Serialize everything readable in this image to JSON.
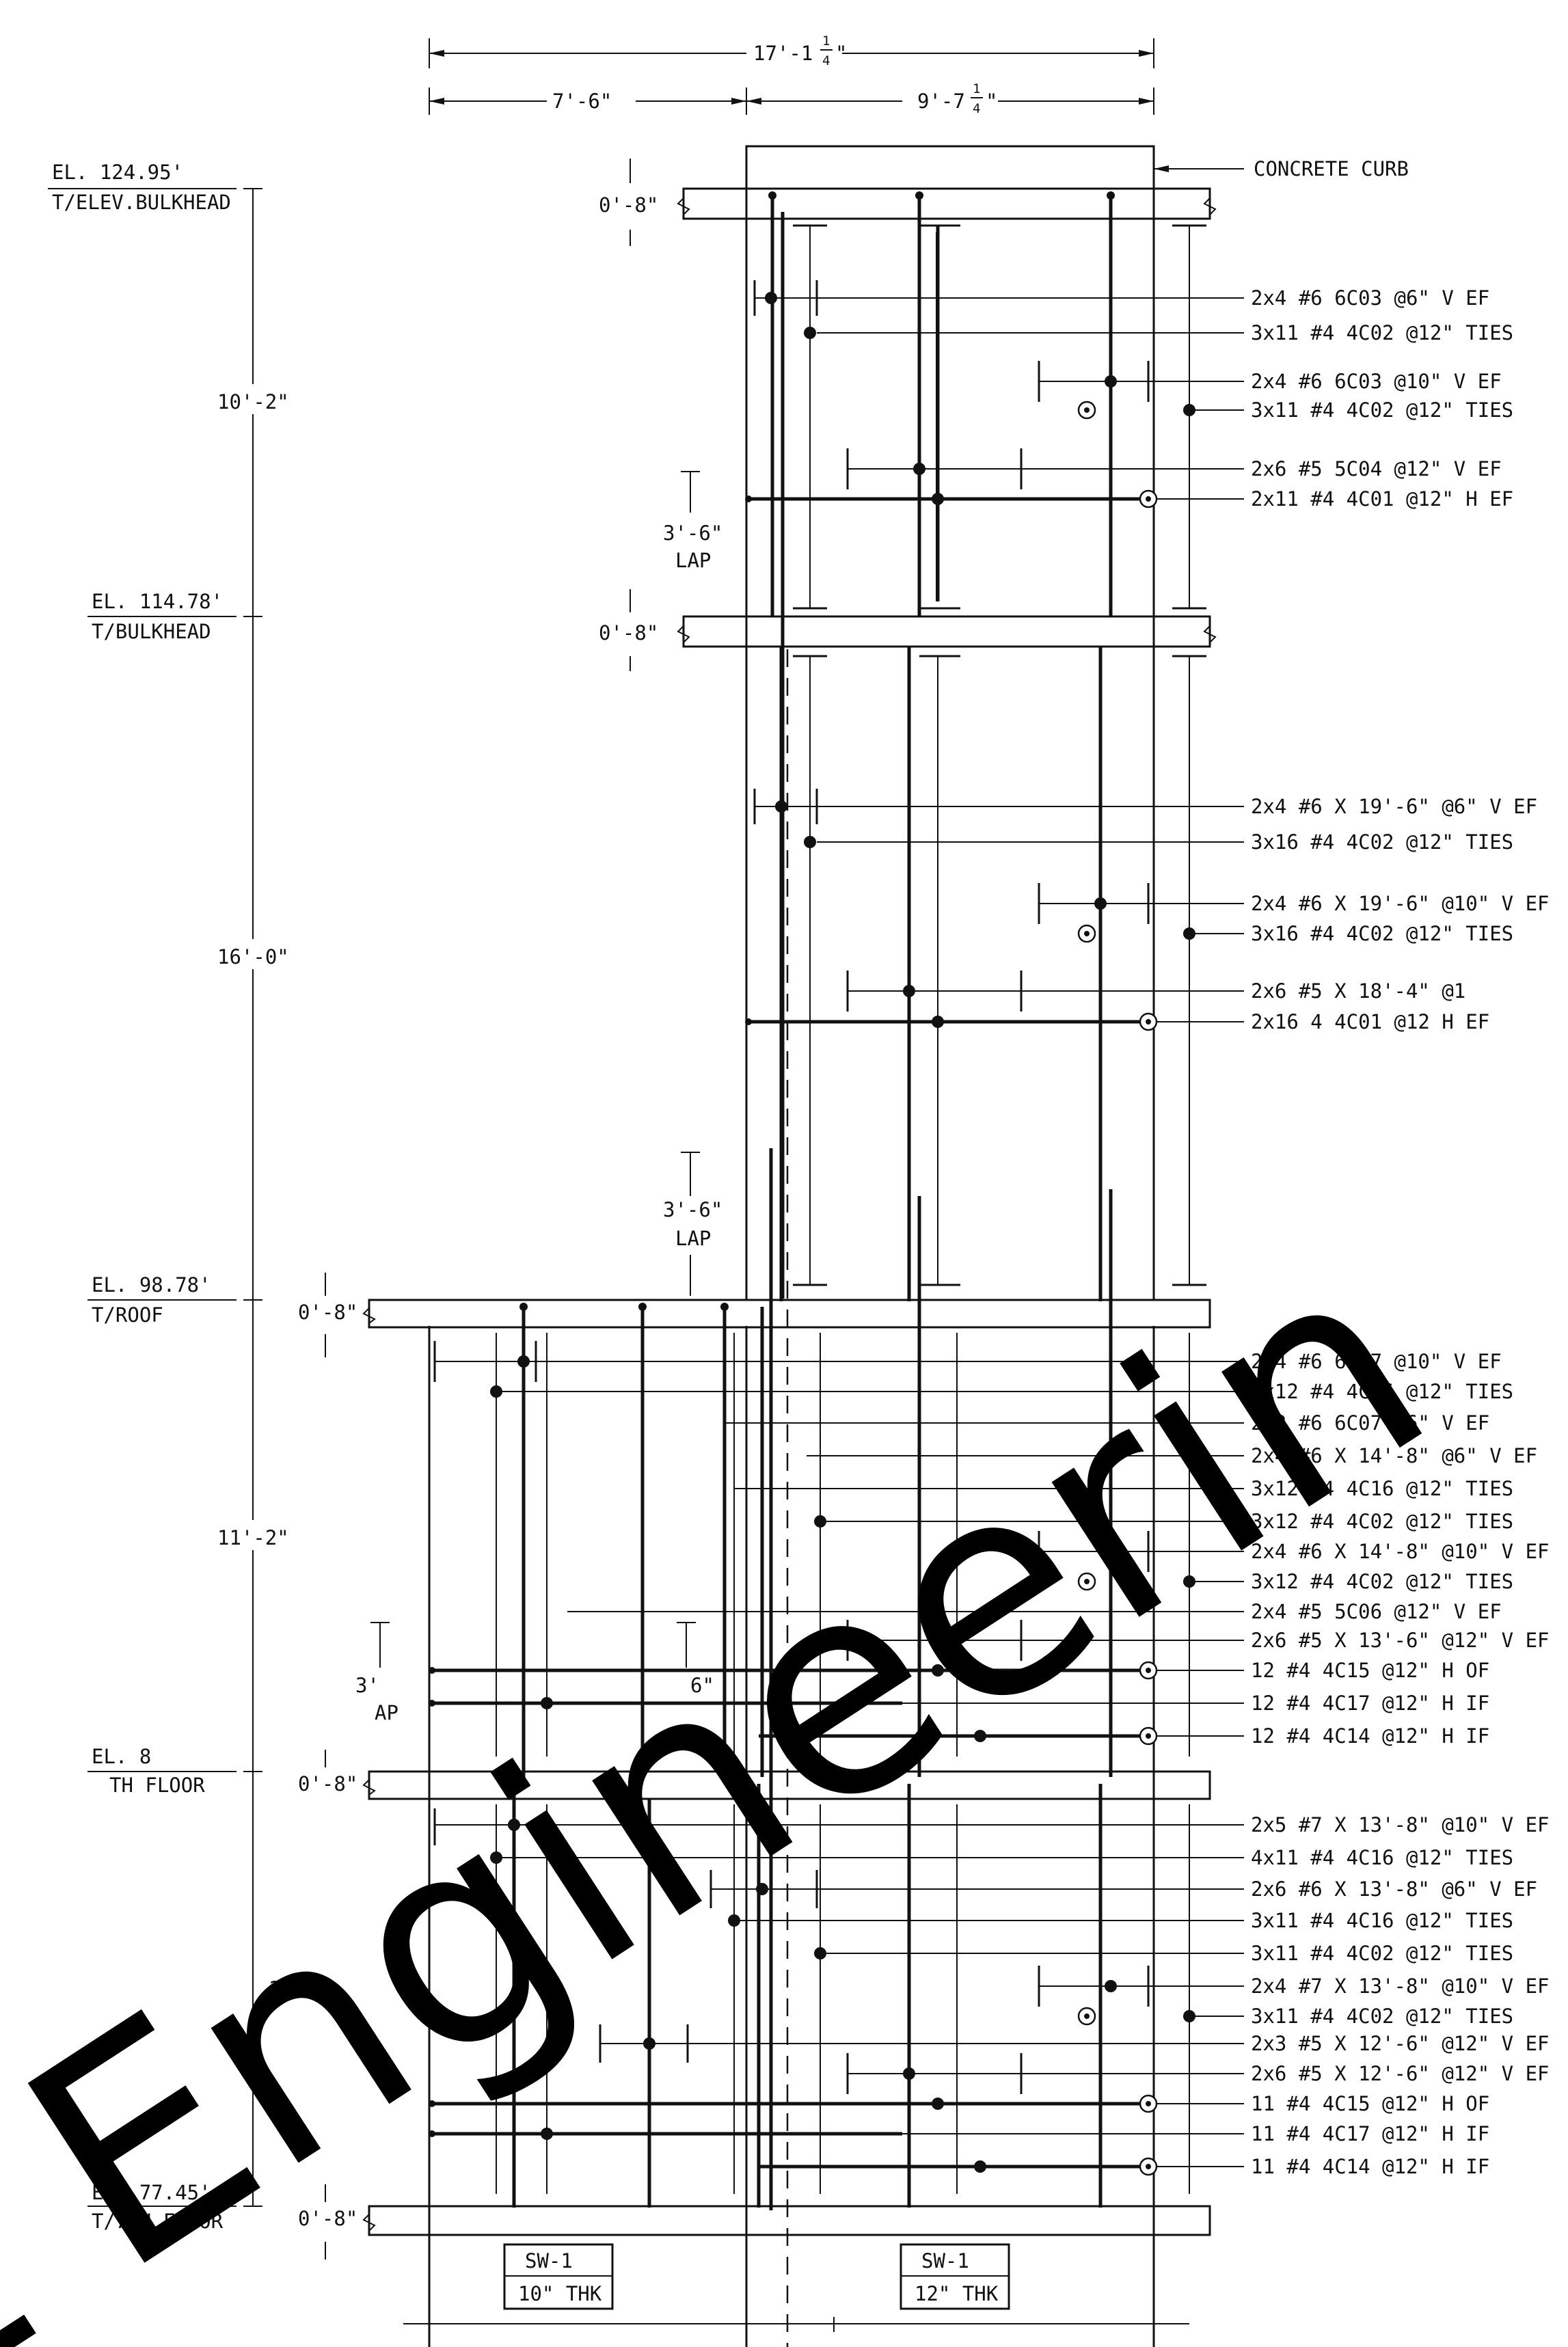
{
  "dimensions": {
    "overall_whole": "17'-1",
    "overall_frac_num": "1",
    "overall_frac_den": "4",
    "overall_suffix": "\"",
    "left": "7'-6\"",
    "right_whole": "9'-7",
    "right_frac_num": "1",
    "right_frac_den": "4",
    "right_suffix": "\""
  },
  "labels": {
    "curb": "CONCRETE CURB",
    "slab": "0'-8\"",
    "lap": "LAP",
    "lap_len": "3'-6\""
  },
  "elevations": [
    {
      "el": "EL. 124.95'",
      "name": "T/ELEV.BULKHEAD"
    },
    {
      "el": "EL. 114.78'",
      "name": "T/BULKHEAD"
    },
    {
      "el": "EL. 98.78'",
      "name": "T/ROOF"
    },
    {
      "el": "EL. 8",
      "name": "TH FLOOR"
    },
    {
      "el": "EL. 77.45'",
      "name": "T/7TH FLOOR"
    }
  ],
  "storey_heights": [
    "10'-2\"",
    "16'-0\"",
    "11'-2\"",
    "2\""
  ],
  "callouts": [
    "2x4 #6 6C03 @6\" V EF",
    "3x11 #4 4C02 @12\" TIES",
    "2x4 #6 6C03 @10\" V EF",
    "3x11 #4 4C02 @12\" TIES",
    "2x6 #5 5C04 @12\" V EF",
    "2x11 #4 4C01 @12\" H EF",
    "2x4 #6 X 19'-6\" @6\" V EF",
    "3x16 #4 4C02 @12\" TIES",
    "2x4 #6 X 19'-6\" @10\" V EF",
    "3x16 #4 4C02 @12\" TIES",
    "2x6 #5 X 18'-4\" @1",
    "2x16 4 4C01 @12 H EF",
    "2x4 #6 6C07 @10\" V EF",
    "3x12 #4 4C16 @12\" TIES",
    "2x2 #6 6C07 @6\" V EF",
    "2x4 #6 X 14'-8\" @6\" V EF",
    "3x12 #4 4C16 @12\" TIES",
    "3x12 #4 4C02 @12\" TIES",
    "2x4 #6 X 14'-8\" @10\" V EF",
    "3x12 #4 4C02 @12\" TIES",
    "2x4 #5 5C06 @12\" V EF",
    "2x6 #5 X 13'-6\" @12\" V EF",
    "12 #4 4C15 @12\" H OF",
    "12 #4 4C17 @12\" H IF",
    "12 #4 4C14 @12\" H IF",
    "2x5 #7 X 13'-8\" @10\" V EF",
    "4x11 #4 4C16 @12\" TIES",
    "2x6 #6 X 13'-8\" @6\" V EF",
    "3x11 #4 4C16 @12\" TIES",
    "3x11 #4 4C02 @12\" TIES",
    "2x4 #7 X 13'-8\" @10\" V EF",
    "3x11 #4 4C02 @12\" TIES",
    "2x3 #5 X 12'-6\" @12\" V EF",
    "2x6 #5 X 12'-6\" @12\" V EF",
    "11 #4 4C15 @12\" H OF",
    "11 #4 4C17 @12\" H IF",
    "11 #4 4C14 @12\" H IF"
  ],
  "walls": [
    {
      "tag": "SW-1",
      "thk": "10\" THK"
    },
    {
      "tag": "SW-1",
      "thk": "12\" THK"
    }
  ],
  "partial_labels": {
    "lap_frag": "3'",
    "lap_frag2": "AP",
    "six_frag": "6\""
  },
  "watermark": "t Engineerin"
}
